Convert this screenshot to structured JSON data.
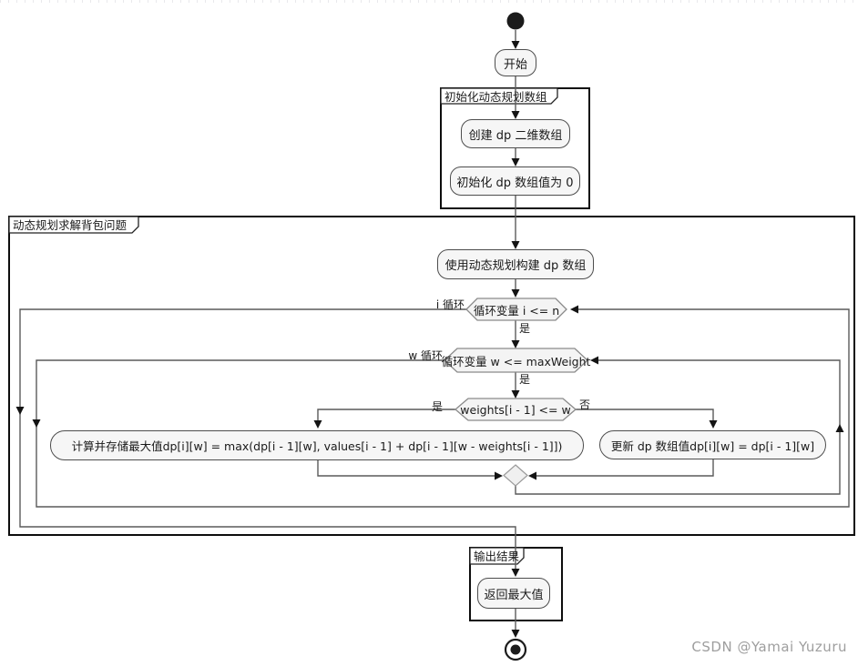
{
  "diagram": {
    "start_label": "开始",
    "partitions": {
      "init": {
        "title": "初始化动态规划数组"
      },
      "solve": {
        "title": "动态规划求解背包问题"
      },
      "output": {
        "title": "输出结果"
      }
    },
    "activities": {
      "create_dp": "创建 dp 二维数组",
      "init_dp": "初始化 dp 数组值为 0",
      "build_dp": "使用动态规划构建 dp 数组",
      "calc_max": "计算并存储最大值dp[i][w] = max(dp[i - 1][w], values[i - 1] + dp[i - 1][w - weights[i - 1]])",
      "update_dp": "更新 dp 数组值dp[i][w] = dp[i - 1][w]",
      "return_max": "返回最大值"
    },
    "conditions": {
      "loop_i": "循环变量 i <= n",
      "loop_w": "循环变量 w <= maxWeight",
      "weight_check": "weights[i - 1] <= w"
    },
    "labels": {
      "loop_i_name": "i 循环",
      "loop_w_name": "w 循环",
      "yes": "是",
      "no": "否"
    },
    "colors": {
      "node_fill": "#f6f6f6",
      "node_border": "#4d4d4d",
      "hex_border": "#8a8a8a",
      "line": "#5a5a5a",
      "arrowhead": "#141414",
      "partition_border": "#0d0d0d"
    }
  },
  "watermark": "CSDN @Yamai Yuzuru"
}
